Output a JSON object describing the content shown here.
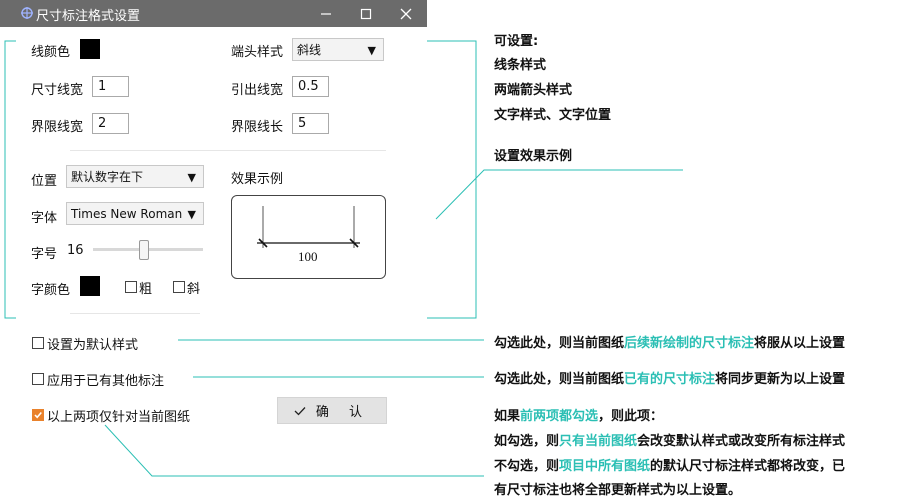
{
  "window": {
    "title": "尺寸标注格式设置"
  },
  "line": {
    "color_label": "线颜色",
    "width_label": "尺寸线宽",
    "width_value": "1",
    "ext_width_label": "界限线宽",
    "ext_width_value": "2",
    "arrow_label": "端头样式",
    "arrow_value": "斜线",
    "leader_width_label": "引出线宽",
    "leader_width_value": "0.5",
    "ext_length_label": "界限线长",
    "ext_length_value": "5"
  },
  "text": {
    "position_label": "位置",
    "position_value": "默认数字在下",
    "font_label": "字体",
    "font_value": "Times New Roman",
    "size_label": "字号",
    "size_value": "16",
    "size_slider_fraction": 0.45,
    "color_label": "字颜色",
    "bold_label": "粗",
    "italic_label": "斜"
  },
  "preview": {
    "label": "效果示例",
    "dimension_text": "100"
  },
  "options": {
    "set_default_label": "设置为默认样式",
    "set_default_checked": false,
    "apply_existing_label": "应用于已有其他标注",
    "apply_existing_checked": false,
    "current_only_label": "以上两项仅针对当前图纸",
    "current_only_checked": true
  },
  "ok_button": {
    "label": "确 认"
  },
  "notes": {
    "settable_title": "可设置:",
    "settable_1": "线条样式",
    "settable_2": "两端箭头样式",
    "settable_3": "文字样式、文字位置",
    "preview_note": "设置效果示例",
    "note1": {
      "prefix": "勾选此处，则当前图纸",
      "highlight": "后续新绘制的尺寸标注",
      "suffix": "将服从以上设置"
    },
    "note2": {
      "prefix": "勾选此处，则当前图纸",
      "highlight": "已有的尺寸标注",
      "suffix": "将同步更新为以上设置"
    },
    "note3": {
      "line1_prefix": "如果",
      "line1_highlight": "前两项都勾选",
      "line1_suffix": "，则此项：",
      "line2_prefix": "如勾选，则",
      "line2_highlight": "只有当前图纸",
      "line2_suffix": "会改变默认样式或改变所有标注样式",
      "line3_prefix": "不勾选，则",
      "line3_highlight": "项目中所有图纸",
      "line3_suffix": "的默认尺寸标注样式都将改变，已",
      "line4": "有尺寸标注也将全部更新样式为以上设置。"
    }
  },
  "colors": {
    "accent": "#2bbfb4",
    "checkbox_checked": "#e9822c",
    "titlebar": "#6b6b6b"
  }
}
